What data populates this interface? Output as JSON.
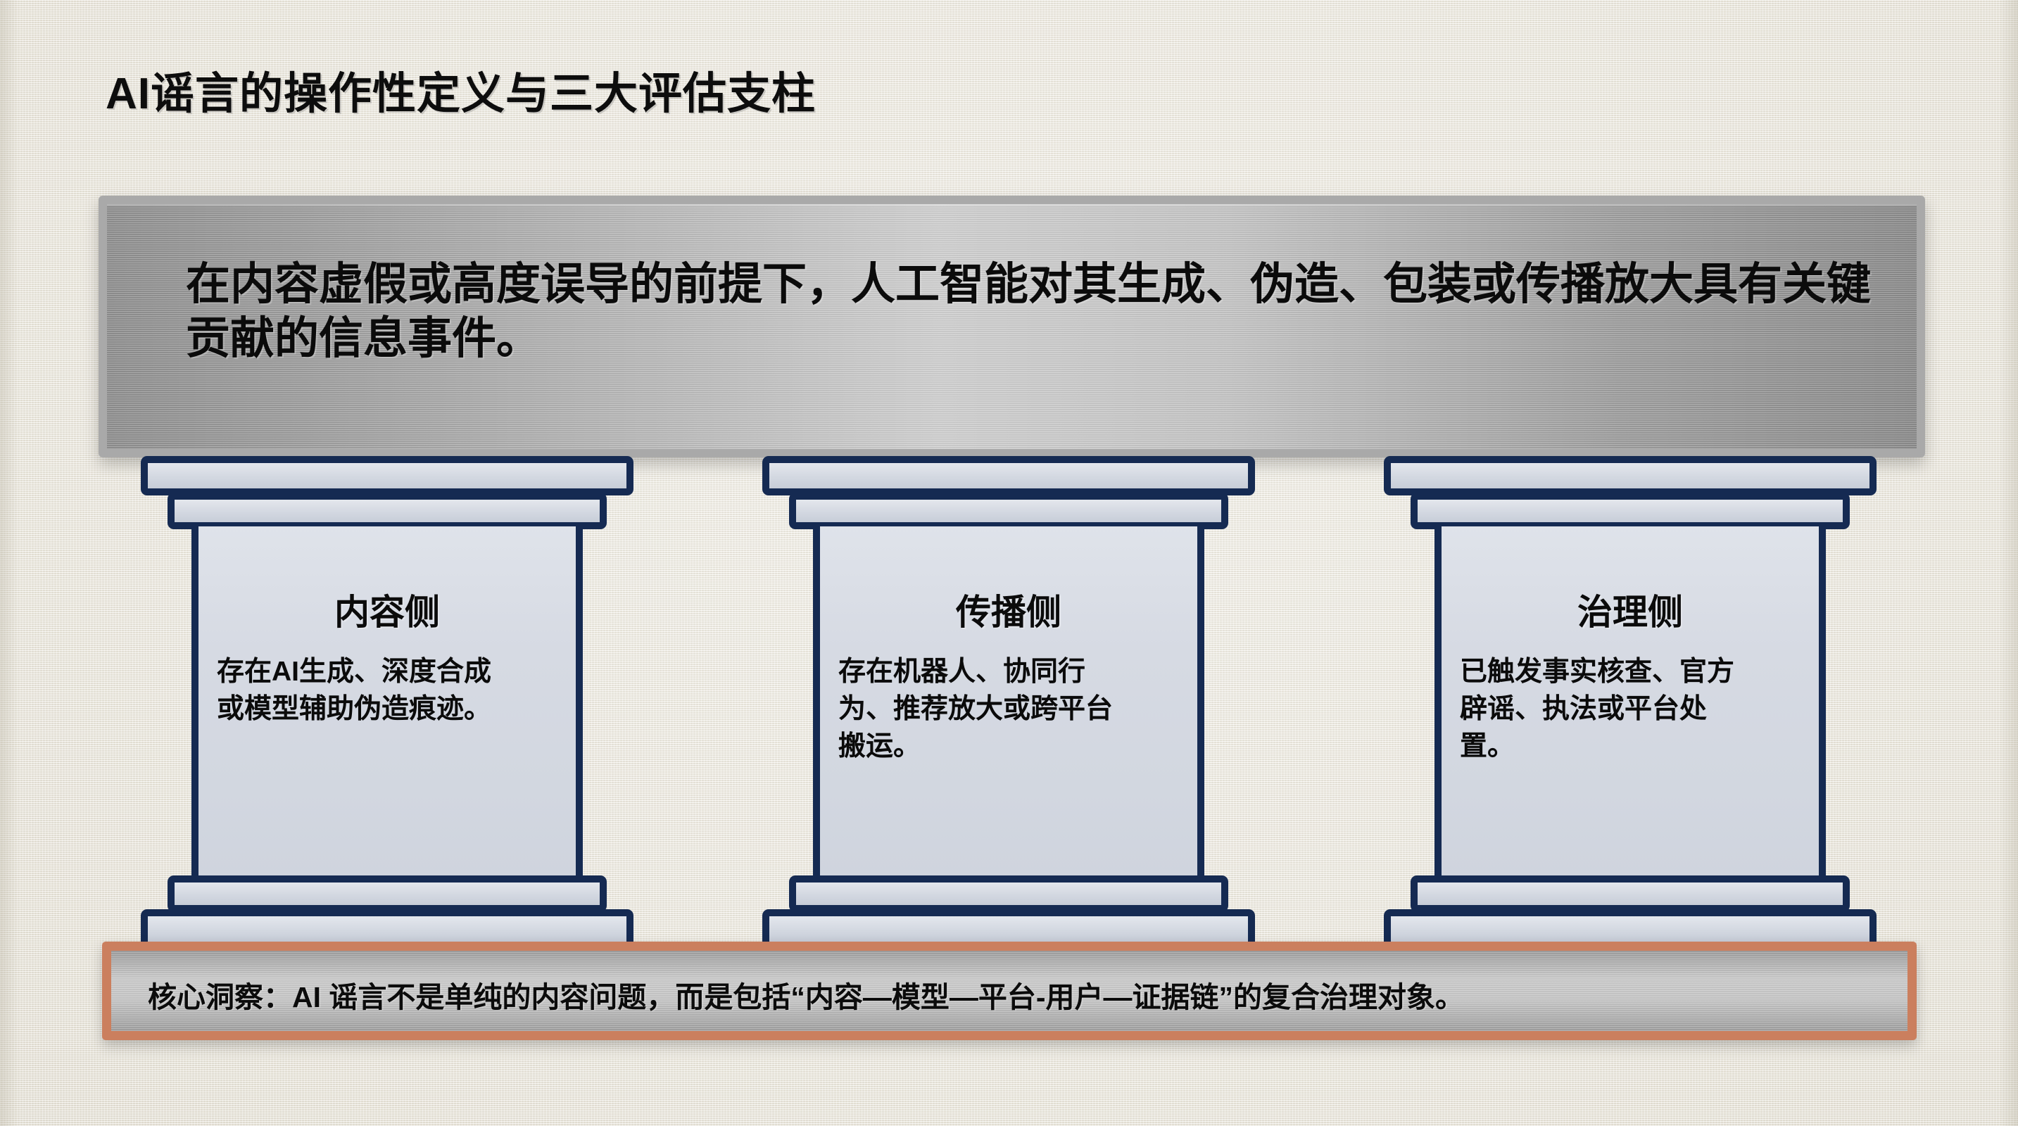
{
  "slide": {
    "title": "AI谣言的操作性定义与三大评估支柱",
    "background_color": "#f3f1ea"
  },
  "lintel": {
    "label": "operational-definition",
    "text": "在内容虚假或高度误导的前提下，人工智能对其生成、伪造、包装或传播放大具有关键贡献的信息事件。",
    "border_color": "#a9a9a9",
    "fill_color": "#c4c4c4"
  },
  "pillars": [
    {
      "title": "内容侧",
      "body": "存在AI生成、深度合成或模型辅助伪造痕迹。",
      "outline_color": "#152a52",
      "fill_color": "#d6dae3"
    },
    {
      "title": "传播侧",
      "body": "存在机器人、协同行为、推荐放大或跨平台搬运。",
      "outline_color": "#152a52",
      "fill_color": "#d6dae3"
    },
    {
      "title": "治理侧",
      "body": "已触发事实核查、官方辟谣、执法或平台处置。",
      "outline_color": "#152a52",
      "fill_color": "#d6dae3"
    }
  ],
  "base_banner": {
    "text": "核心洞察：AI 谣言不是单纯的内容问题，而是包括“内容—模型—平台-用户—证据链”的复合治理对象。",
    "border_color": "#cb7f5e",
    "fill_color": "#c6c6c6"
  }
}
